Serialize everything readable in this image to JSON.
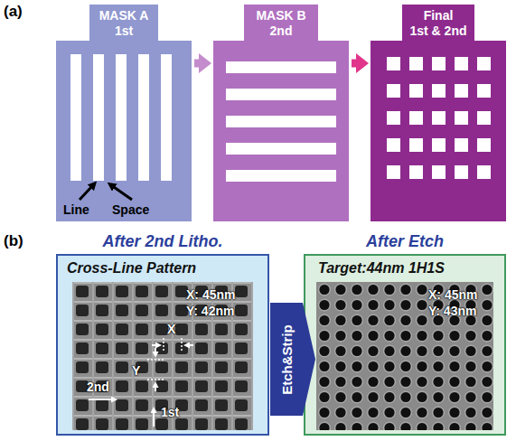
{
  "diagram": {
    "nodes": [
      {
        "text": [
          "MASK A",
          "1st"
        ]
      },
      {
        "text": [
          "MASK B",
          "2nd"
        ]
      },
      {
        "text": [
          "Final",
          "1st & 2nd"
        ]
      },
      {
        "text": [
          "After 2nd Litho.",
          "Cross-Line Pattern"
        ]
      },
      {
        "text": [
          "Etch&Strip"
        ]
      },
      {
        "text": [
          "After Etch",
          "Target:44nm 1H1S"
        ]
      }
    ],
    "edges": [
      {
        "from": 0,
        "to": 1,
        "arrow": "to"
      },
      {
        "from": 1,
        "to": 2,
        "arrow": "to"
      }
    ],
    "labels": [
      "(a)",
      "Line",
      "Space",
      "(b)",
      "X: 45nm",
      "Y: 42nm",
      "X",
      "Y",
      "2nd",
      "1st",
      "X: 45nm",
      "Y: 43nm"
    ]
  }
}
